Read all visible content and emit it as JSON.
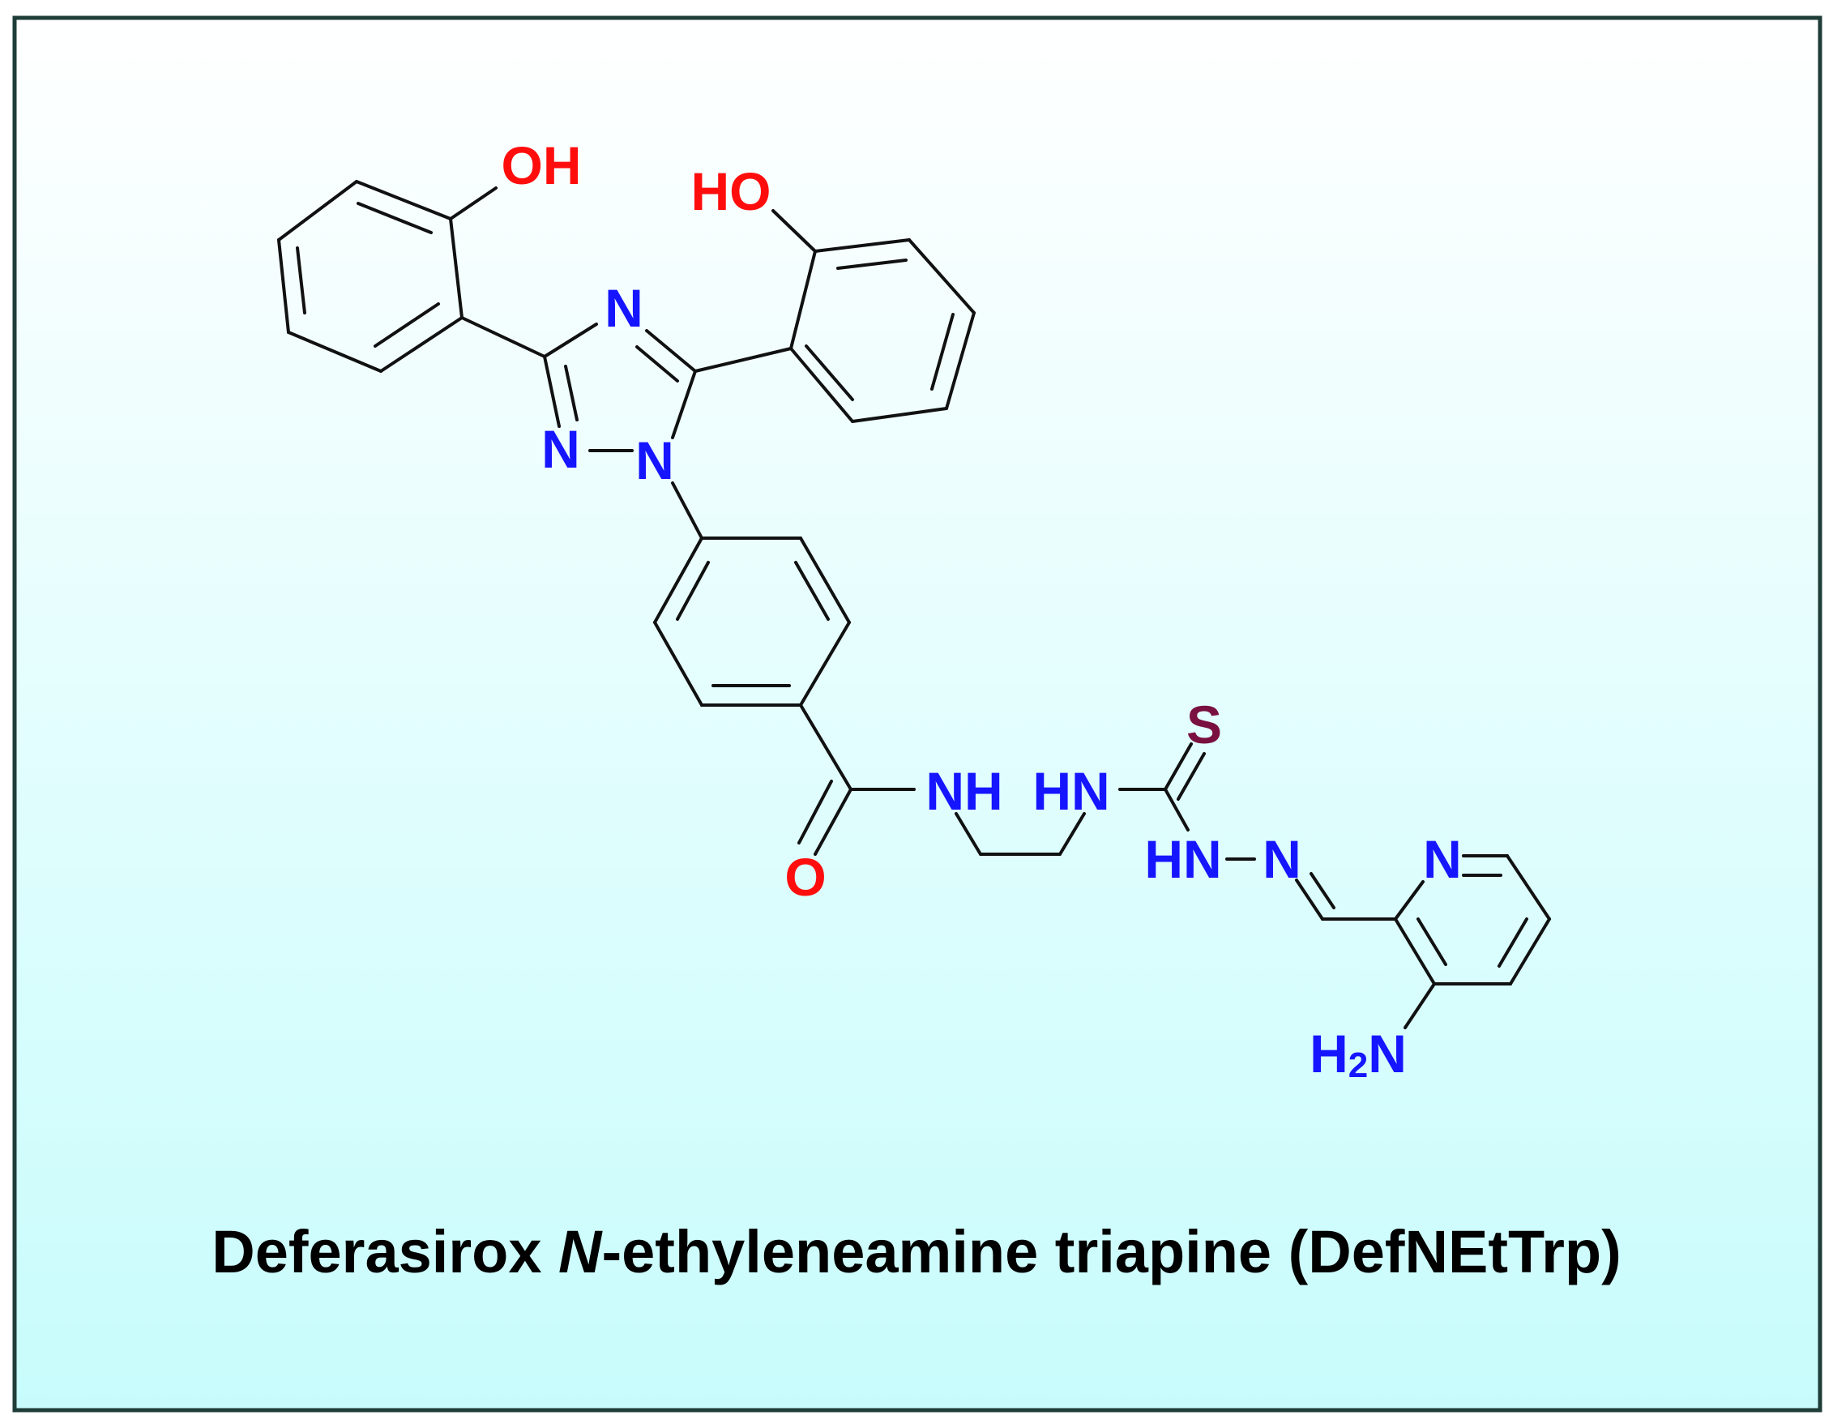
{
  "colors": {
    "bond": "#111111",
    "nitrogen": "#1515ff",
    "oxygen": "#ff0d0d",
    "sulfur": "#7a1040",
    "caption": "#000000",
    "border": "#1f3d38",
    "bg_top": "#ffffff",
    "bg_bottom": "#c8fcfc"
  },
  "atoms": {
    "oh_left": "OH",
    "ho_right": "HO",
    "n_triazole_top": "N",
    "n_triazole_left": "N",
    "n_triazole_n1": "N",
    "o_amide": "O",
    "nh_amide": "NH",
    "hn_thiourea": "HN",
    "s_thione": "S",
    "hn_hydrazine": "HN",
    "n_imine": "N",
    "n_pyridine": "N",
    "nh2_h": "H",
    "nh2_sub": "2",
    "nh2_n": "N"
  },
  "caption": {
    "part1": "Deferasirox ",
    "italic": "N",
    "part2": "-ethyleneamine triapine (DefNEtTrp)"
  }
}
